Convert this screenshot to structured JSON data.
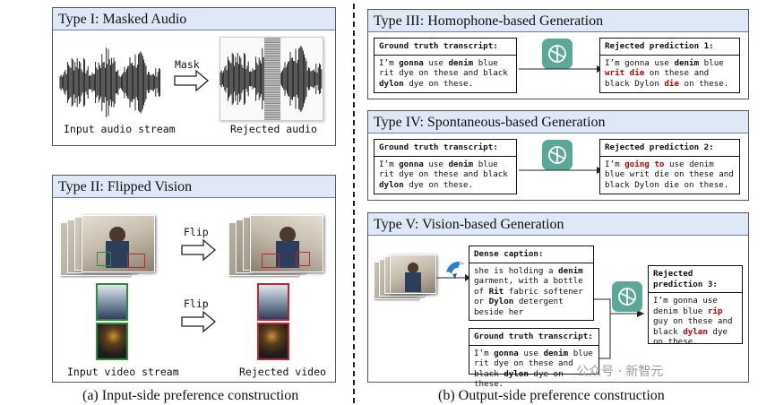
{
  "left": {
    "type1": {
      "title": "Type I: Masked Audio",
      "action": "Mask",
      "input_label": "Input audio stream",
      "output_label": "Rejected audio"
    },
    "type2": {
      "title": "Type II: Flipped Vision",
      "action1": "Flip",
      "action2": "Flip",
      "input_label": "Input video stream",
      "output_label": "Rejected video"
    },
    "caption": "(a) Input-side preference construction"
  },
  "right": {
    "type3": {
      "title": "Type III: Homophone-based Generation",
      "gt_title": "Ground truth transcript:",
      "gt_text": [
        "I’m ",
        "gonna",
        " use ",
        "denim",
        " blue rit dye on these and black ",
        "dylon",
        " dye on these."
      ],
      "rej_title": "Rejected prediction 1:",
      "rej_text": [
        "I’m gonna use ",
        "denim",
        " blue ",
        "writ die",
        " on these and black Dylon ",
        "die",
        " on these."
      ]
    },
    "type4": {
      "title": "Type IV: Spontaneous-based Generation",
      "gt_title": "Ground truth transcript:",
      "gt_text": [
        "I’m ",
        "gonna",
        " use ",
        "denim",
        " blue rit dye on these and black ",
        "dylon",
        " dye on these."
      ],
      "rej_title": "Rejected prediction 2:",
      "rej_text": [
        "I’m ",
        "going to",
        " use denim blue writ die on these and black Dylon die on these."
      ]
    },
    "type5": {
      "title": "Type V: Vision-based Generation",
      "dense_title": "Dense caption:",
      "dense_text": [
        "she is holding a ",
        "denim",
        " garment, with a bottle of ",
        "Rit",
        " fabric softener or ",
        "Dylon",
        " detergent beside her"
      ],
      "gt_title": "Ground truth transcript:",
      "gt_text": [
        "I’m ",
        "gonna",
        " use ",
        "denim",
        " blue rit dye on these and black ",
        "dylon",
        " dye on these."
      ],
      "rej_title": "Rejected prediction 3:",
      "rej_text": [
        "I’m gonna use denim blue ",
        "rip",
        " guy on these and black ",
        "dylan",
        " dye on these."
      ]
    },
    "caption": "(b) Output-side preference construction"
  },
  "watermark": "公众号 · 新智元",
  "colors": {
    "title_bg": "#dfe8f7",
    "gpt": "#5ba89a",
    "error_red": "#c00000",
    "divider": "#222222"
  }
}
